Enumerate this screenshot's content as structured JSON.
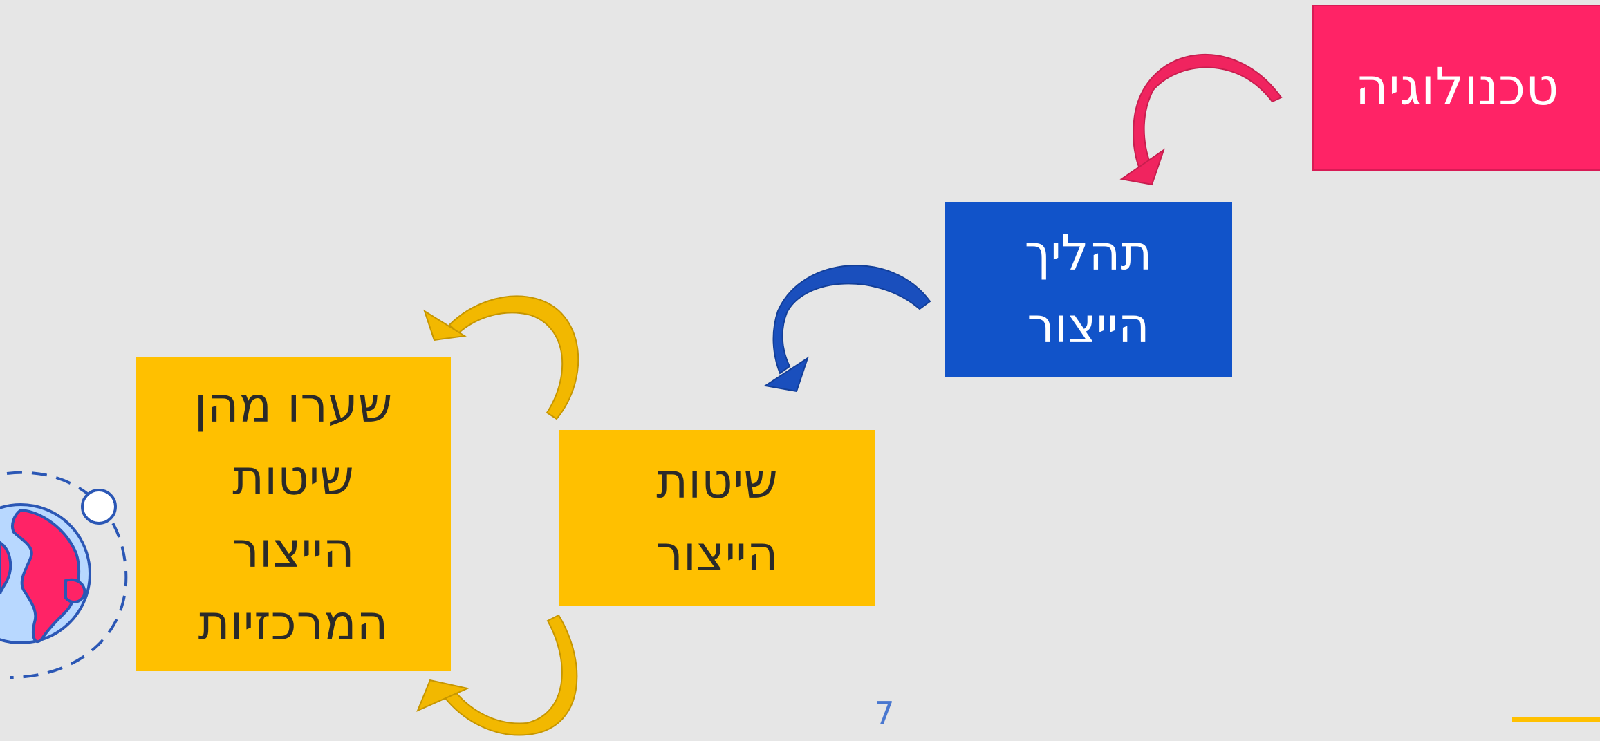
{
  "boxes": {
    "technology": {
      "label": "טכנולוגיה",
      "color": "#ff2366"
    },
    "production_process": {
      "label": "תהליך\nהייצור",
      "color": "#1153c9"
    },
    "production_methods": {
      "label": "שיטות\nהייצור",
      "color": "#ffc000"
    },
    "gates_of_change": {
      "label": "שערו מהן\nשיטות\nהייצור\nהמרכזיות",
      "color": "#ffc000"
    }
  },
  "icons": {
    "globe": "globe-icon",
    "arrows": [
      "curved-arrow-icon",
      "cycle-arrow-icon"
    ]
  },
  "footer": {
    "page_number": "7"
  }
}
